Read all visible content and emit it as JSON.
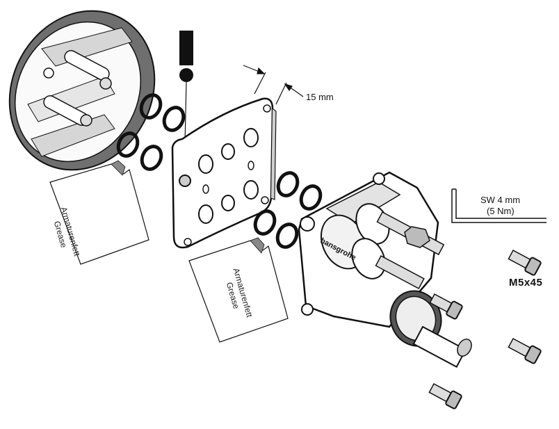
{
  "annotations": {
    "dimension": "15 mm",
    "wrench_size": "SW 4 mm",
    "torque": "(5 Nm)",
    "screw_spec": "M5x45"
  },
  "grease_labels": [
    {
      "line1": "Armaturenfett",
      "line2": "Grease"
    },
    {
      "line1": "Armaturenfett",
      "line2": "Grease"
    }
  ],
  "icons": {
    "warning": "exclamation-mark-icon",
    "brand_logo": "hansgrohe-logo"
  },
  "colors": {
    "line": "#111111",
    "fill_gray": "#6f6f6f",
    "light_gray": "#d6d6d6",
    "paper": "#ffffff"
  }
}
